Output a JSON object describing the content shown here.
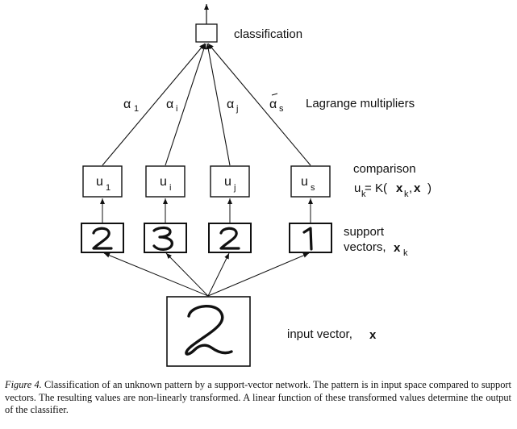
{
  "diagram": {
    "output_label": "classification",
    "weights_label": "Lagrange multipliers",
    "comparison_label": "comparison",
    "kernel": {
      "lhs": "u",
      "lhs_sub": "k",
      "eq": "=",
      "func": "K(",
      "arg1": "x",
      "arg1_sub": "k",
      "comma": ",",
      "arg2": "x",
      "close": ")"
    },
    "support_label_line1": "support",
    "support_label_line2": "vectors,",
    "support_symbol": "x",
    "support_symbol_sub": "k",
    "input_label": "input vector,",
    "input_symbol": "x",
    "input_digit": "2",
    "alpha_symbol": "α",
    "multipliers": [
      {
        "sub": "1",
        "overbar": false
      },
      {
        "sub": "i",
        "overbar": false
      },
      {
        "sub": "j",
        "overbar": false
      },
      {
        "sub": "s",
        "overbar": true
      }
    ],
    "comparison_nodes": [
      {
        "symbol": "u",
        "sub": "1"
      },
      {
        "symbol": "u",
        "sub": "i"
      },
      {
        "symbol": "u",
        "sub": "j"
      },
      {
        "symbol": "u",
        "sub": "s"
      }
    ],
    "support_digits": [
      "2",
      "3",
      "2",
      "1"
    ]
  },
  "caption": {
    "figure_label": "Figure 4.",
    "text": "Classification of an unknown pattern by a support-vector network. The pattern is in input space compared to support vectors. The resulting values are non-linearly transformed. A linear function of these transformed values determine the output of the classifier."
  }
}
